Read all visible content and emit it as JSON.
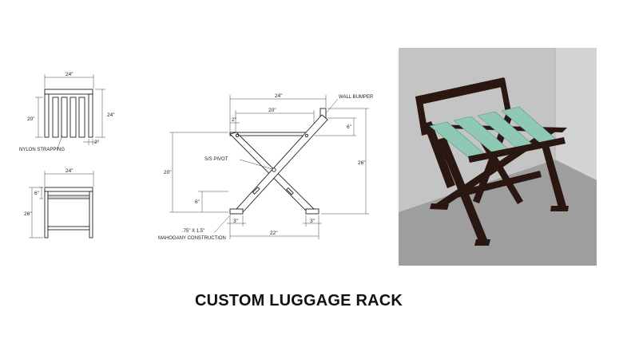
{
  "title": "CUSTOM LUGGAGE RACK",
  "front_view": {
    "width": "24\"",
    "height": "24\"",
    "strap_height": "20\"",
    "gap": "2\"",
    "note": "NYLON STRAPPING"
  },
  "top_view": {
    "width": "24\"",
    "strap_height": "6\"",
    "height": "26\""
  },
  "side_view": {
    "width": "24\"",
    "inner_width": "20\"",
    "top_offset": "2\"",
    "top_rise": "6\"",
    "height": "26\"",
    "leg_height": "20\"",
    "foot_height": "6\"",
    "foot_left": "3\"",
    "foot_right": "3\"",
    "base": "22\"",
    "wall_bumper": "WALL BUMPER",
    "pivot": "S/S PIVOT",
    "material": ".75\" X 1.5\"",
    "construction": "MAHOGANY CONSTRUCTION"
  },
  "render": {
    "wall_color": "#c4c4c4",
    "floor_color": "#9e9e9e",
    "wood_color": "#2b1712",
    "strap_color": "#8fc9b5"
  }
}
